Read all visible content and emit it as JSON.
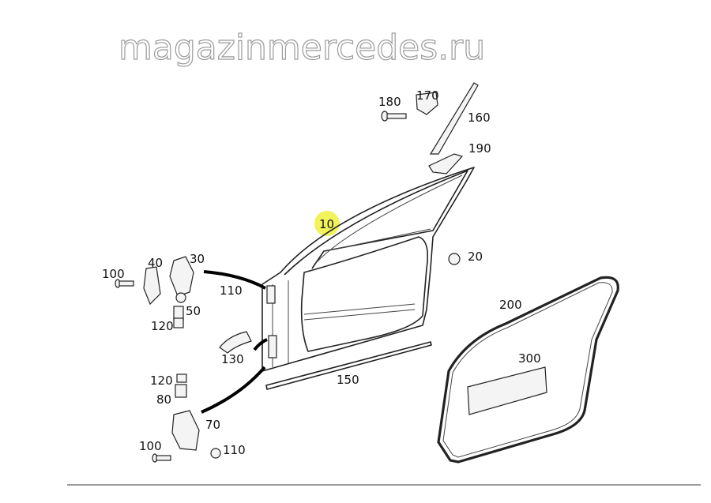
{
  "diagram": {
    "title": "Front door shell parts diagram",
    "highlight_color": "#f2f25a",
    "callouts": [
      {
        "id": "c10",
        "label": "10",
        "highlighted": true
      },
      {
        "id": "c20",
        "label": "20"
      },
      {
        "id": "c30",
        "label": "30"
      },
      {
        "id": "c40",
        "label": "40"
      },
      {
        "id": "c50",
        "label": "50"
      },
      {
        "id": "c70",
        "label": "70"
      },
      {
        "id": "c80",
        "label": "80"
      },
      {
        "id": "c100a",
        "label": "100"
      },
      {
        "id": "c100b",
        "label": "100"
      },
      {
        "id": "c110a",
        "label": "110"
      },
      {
        "id": "c110b",
        "label": "110"
      },
      {
        "id": "c120a",
        "label": "120"
      },
      {
        "id": "c120b",
        "label": "120"
      },
      {
        "id": "c130",
        "label": "130"
      },
      {
        "id": "c150",
        "label": "150"
      },
      {
        "id": "c160",
        "label": "160"
      },
      {
        "id": "c170",
        "label": "170"
      },
      {
        "id": "c180",
        "label": "180"
      },
      {
        "id": "c190",
        "label": "190"
      },
      {
        "id": "c200",
        "label": "200"
      },
      {
        "id": "c300",
        "label": "300"
      }
    ],
    "watermark": "magazinmercedes.ru"
  }
}
